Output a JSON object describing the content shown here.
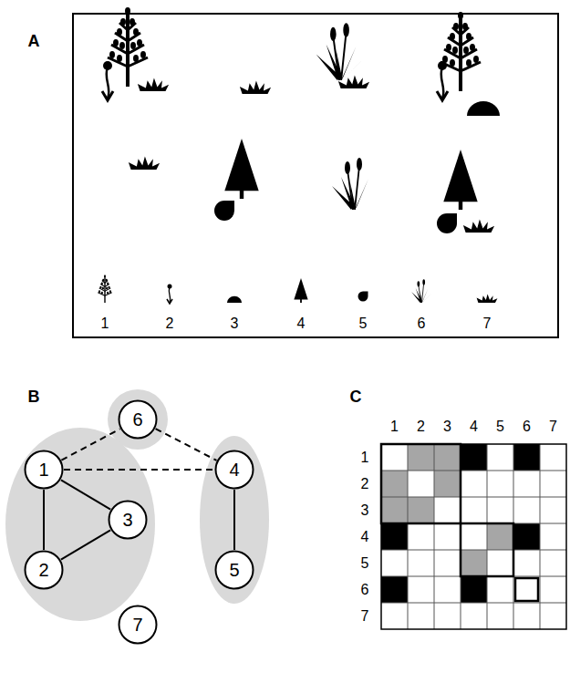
{
  "diagram": {
    "nodes": [
      {
        "text": [
          "6"
        ]
      },
      {
        "text": [
          "1"
        ]
      },
      {
        "text": [
          "4"
        ]
      },
      {
        "text": [
          "3"
        ]
      },
      {
        "text": [
          "2"
        ]
      },
      {
        "text": [
          "5"
        ]
      },
      {
        "text": [
          "7"
        ]
      }
    ],
    "edges": [
      {
        "from": 1,
        "to": 3,
        "arrow": "none"
      },
      {
        "from": 1,
        "to": 4,
        "arrow": "none"
      },
      {
        "from": 4,
        "to": 3,
        "arrow": "none"
      },
      {
        "from": 2,
        "to": 5,
        "arrow": "none"
      },
      {
        "from": 1,
        "to": 0,
        "arrow": "none"
      },
      {
        "from": 0,
        "to": 2,
        "arrow": "none"
      },
      {
        "from": 1,
        "to": 2,
        "arrow": "none"
      }
    ],
    "labels": [
      "A",
      "B",
      "C",
      "1",
      "2",
      "3",
      "4",
      "5",
      "6",
      "7",
      "1",
      "2",
      "3",
      "4",
      "5",
      "6",
      "7",
      "1",
      "2",
      "3",
      "4",
      "5",
      "6",
      "7"
    ]
  }
}
